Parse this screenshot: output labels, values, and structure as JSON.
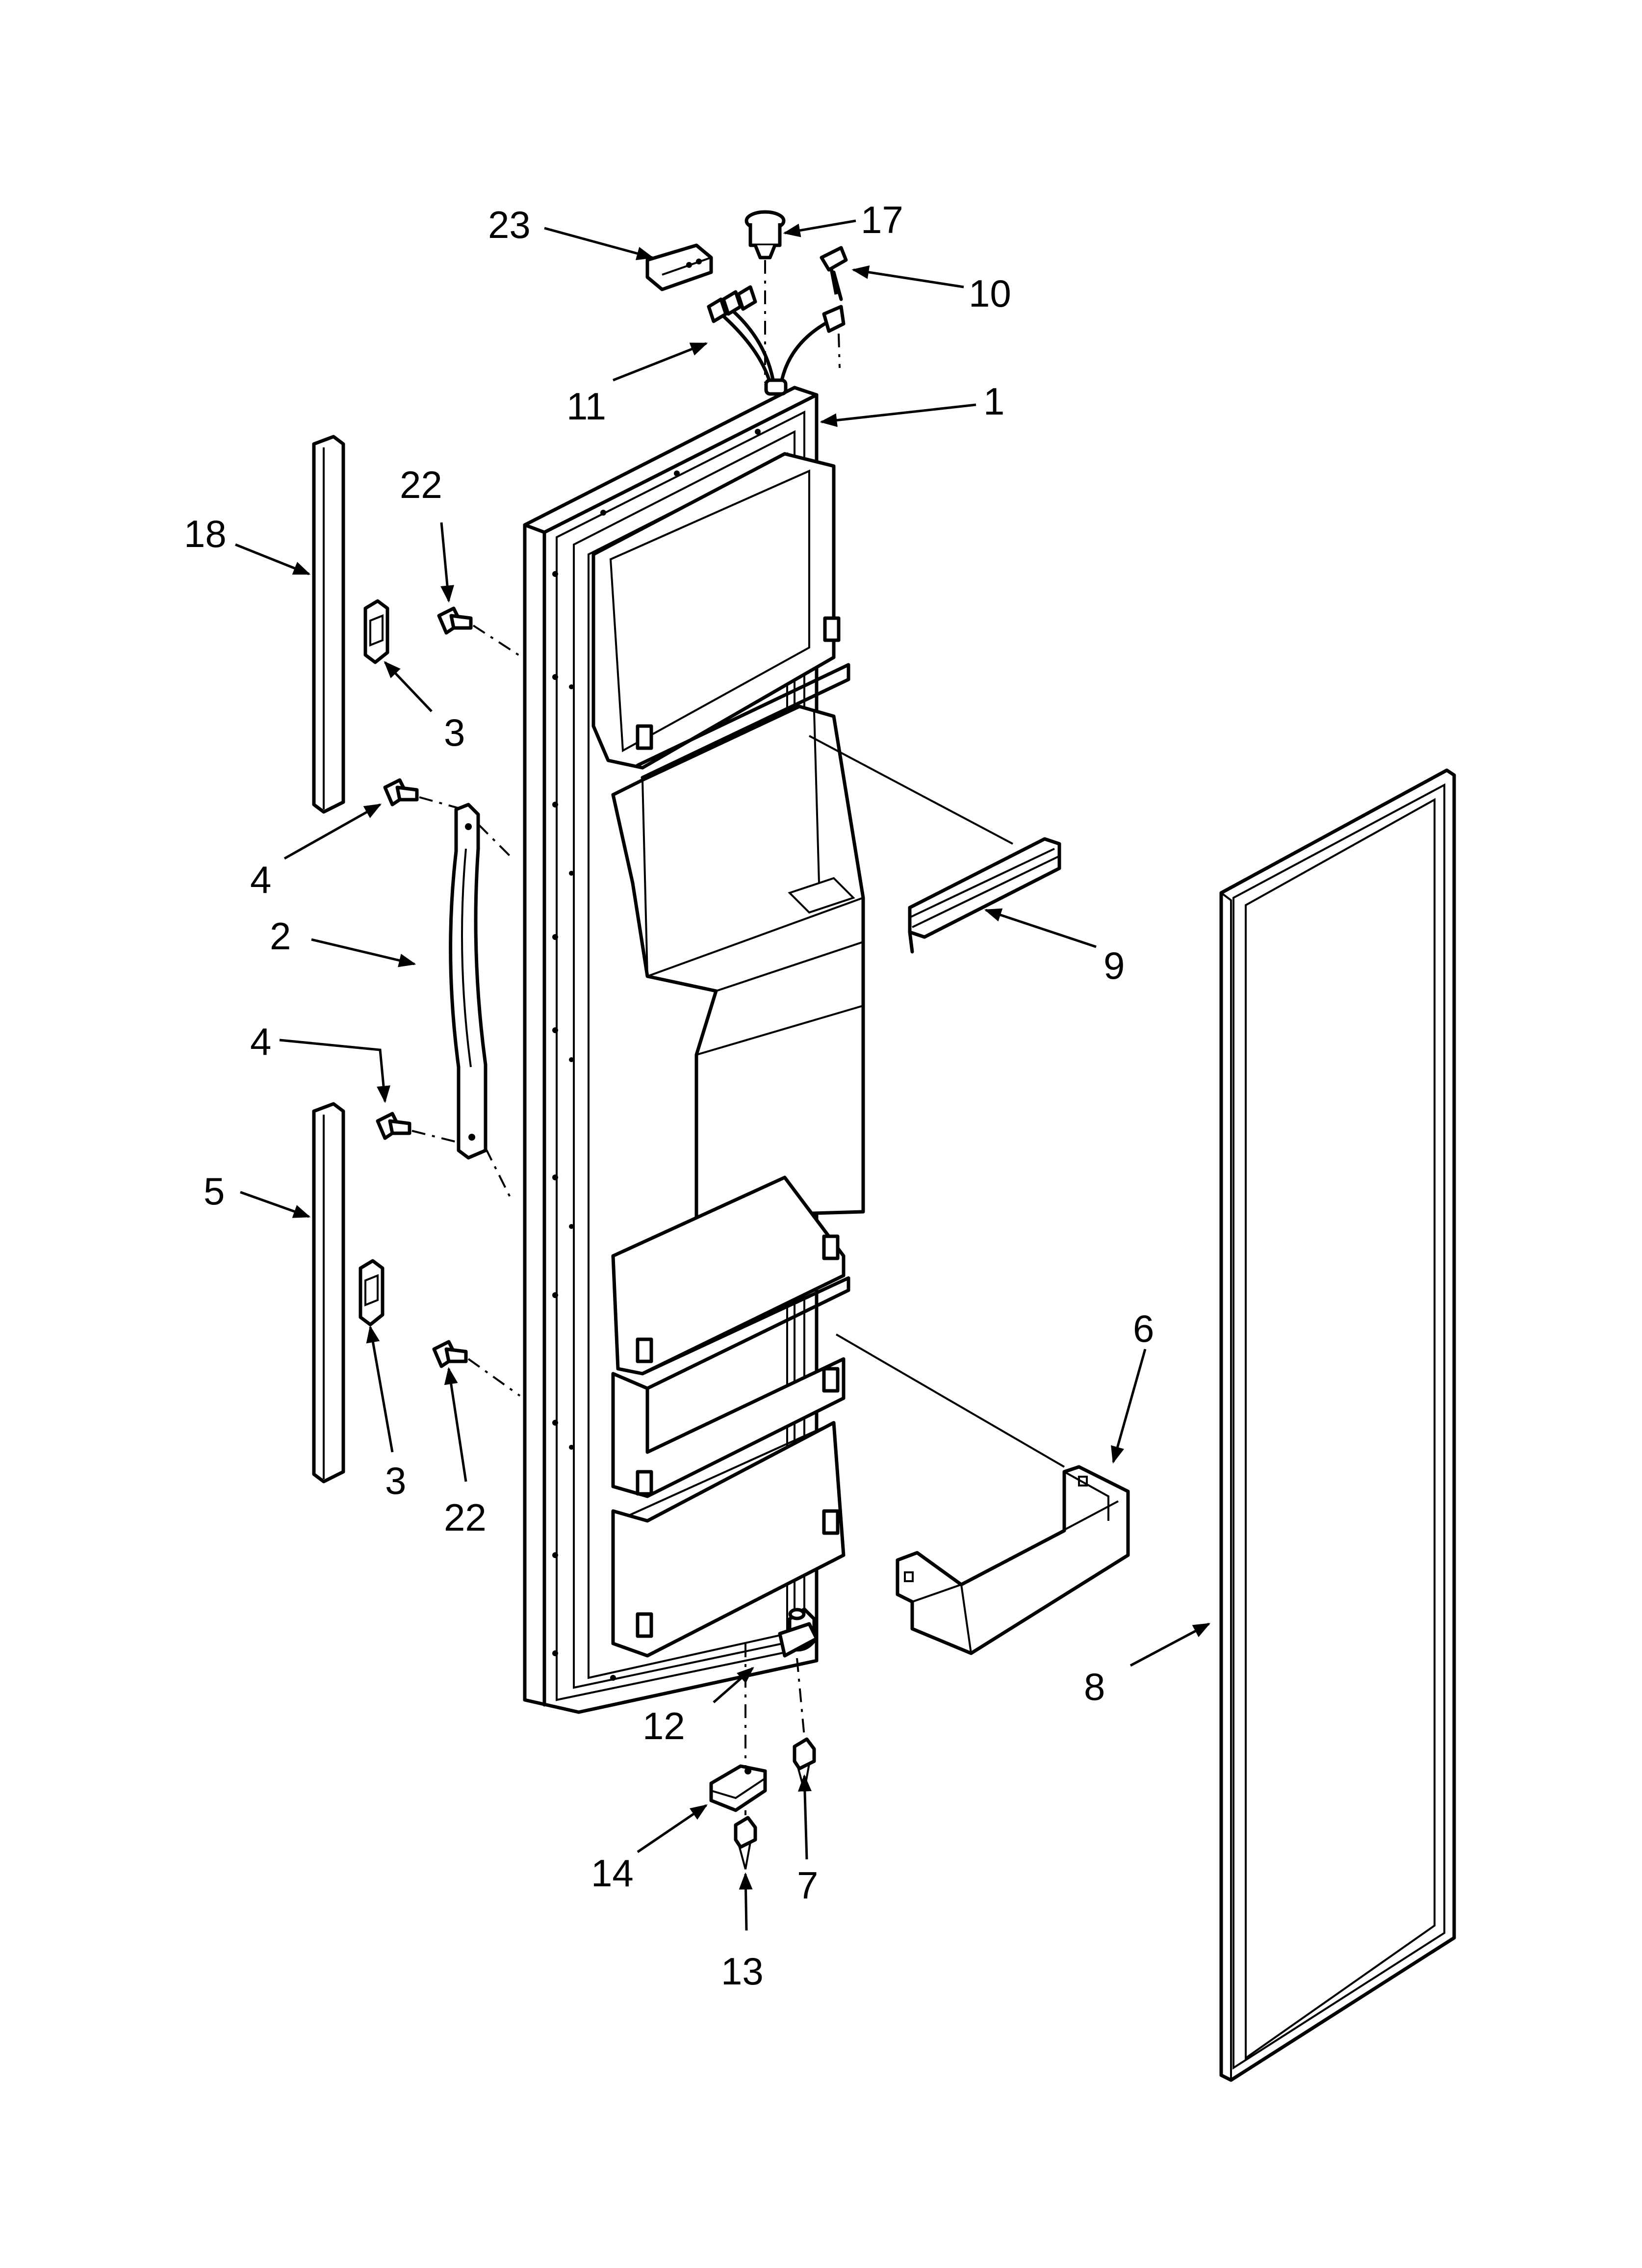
{
  "callouts": {
    "c1": "1",
    "c2": "2",
    "c3a": "3",
    "c3b": "3",
    "c4a": "4",
    "c4b": "4",
    "c5": "5",
    "c6": "6",
    "c7": "7",
    "c8": "8",
    "c9": "9",
    "c10": "10",
    "c11": "11",
    "c12": "12",
    "c13": "13",
    "c14": "14",
    "c17": "17",
    "c18": "18",
    "c22a": "22",
    "c22b": "22",
    "c23": "23"
  }
}
